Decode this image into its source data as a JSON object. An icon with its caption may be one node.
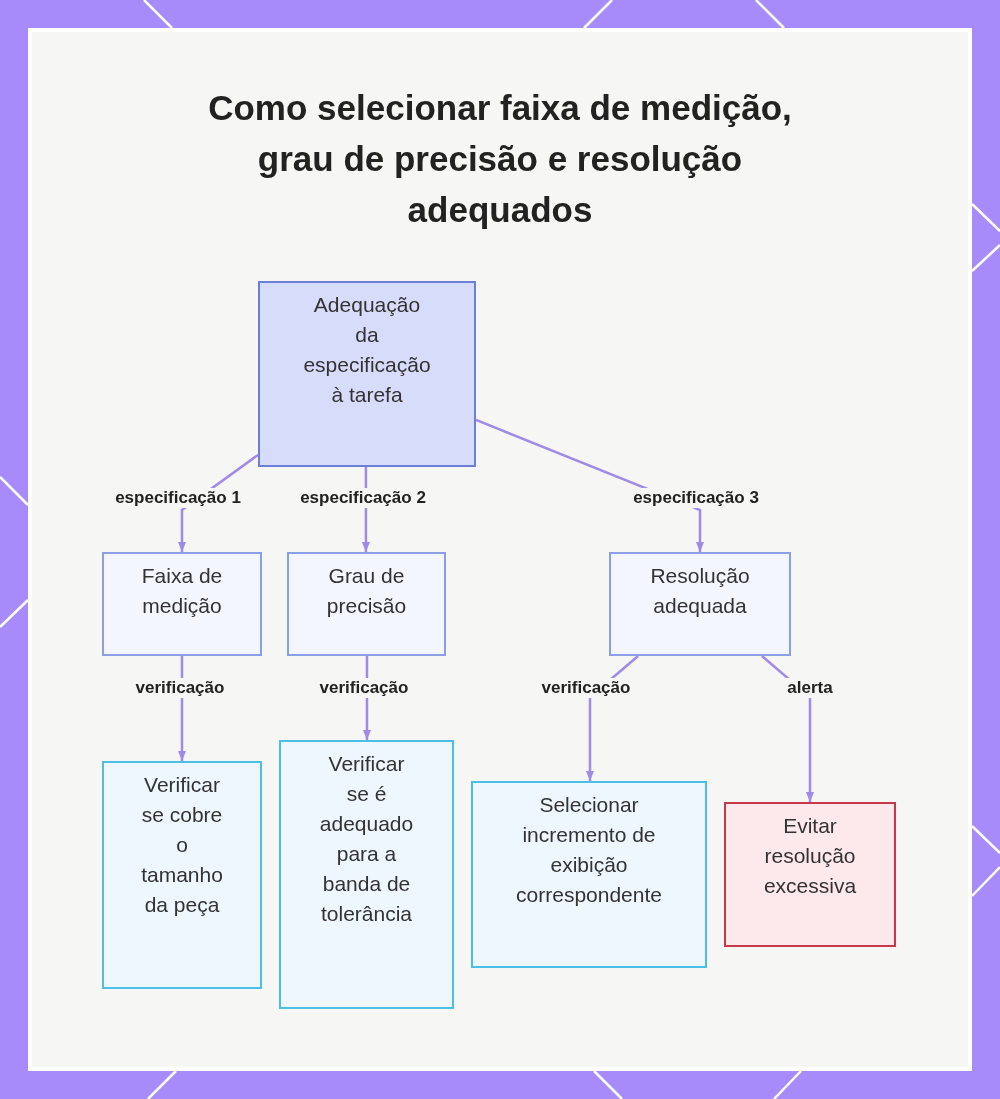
{
  "diagram": {
    "title": "Como selecionar faixa de medição, grau de precisão e resolução adequados",
    "nodes": [
      {
        "text": [
          "Adequação da especificação à tarefa"
        ]
      },
      {
        "text": [
          "Faixa de medição"
        ]
      },
      {
        "text": [
          "Grau de precisão"
        ]
      },
      {
        "text": [
          "Resolução adequada"
        ]
      },
      {
        "text": [
          "Verificar se cobre o tamanho da peça"
        ]
      },
      {
        "text": [
          "Verificar se é adequado para a banda de tolerância"
        ]
      },
      {
        "text": [
          "Selecionar incremento de exibição correspondente"
        ]
      },
      {
        "text": [
          "Evitar resolução excessiva"
        ]
      }
    ],
    "edges": [
      {
        "from": 0,
        "to": 1,
        "arrow": "to",
        "label": "especificação 1"
      },
      {
        "from": 0,
        "to": 2,
        "arrow": "to",
        "label": "especificação 2"
      },
      {
        "from": 0,
        "to": 3,
        "arrow": "to",
        "label": "especificação 3"
      },
      {
        "from": 1,
        "to": 4,
        "arrow": "to",
        "label": "verificação"
      },
      {
        "from": 2,
        "to": 5,
        "arrow": "to",
        "label": "verificação"
      },
      {
        "from": 3,
        "to": 6,
        "arrow": "to",
        "label": "verificação"
      },
      {
        "from": 3,
        "to": 7,
        "arrow": "to",
        "label": "alerta"
      }
    ]
  }
}
